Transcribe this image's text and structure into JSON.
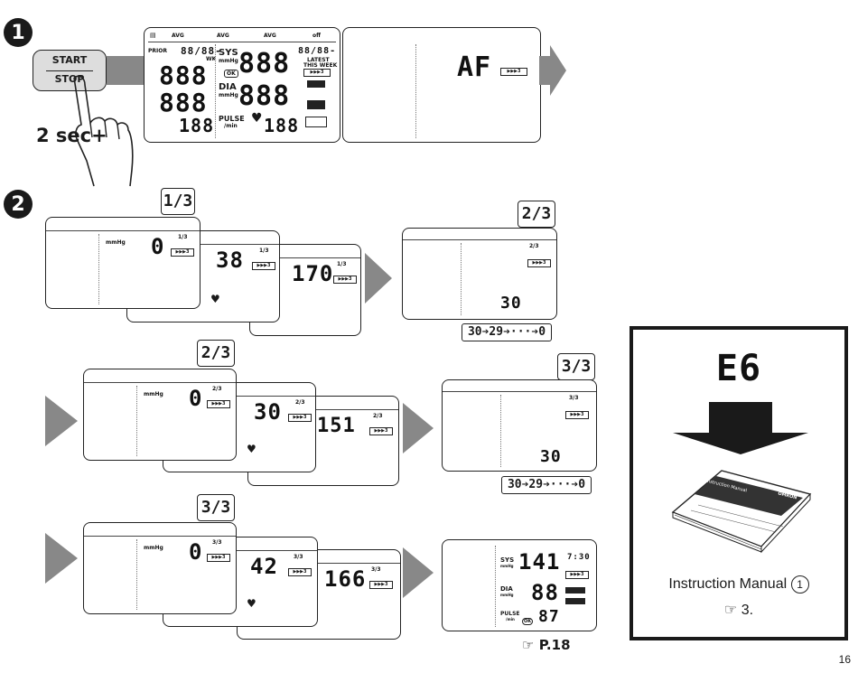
{
  "step1": {
    "number": "1",
    "button": {
      "start": "START",
      "stop": "STOP"
    },
    "hold_text": "2 sec+",
    "display": {
      "avg_labels": [
        "AVG",
        "AVG",
        "AVG"
      ],
      "prior": "PRIOR",
      "sys": "SYS",
      "dia": "DIA",
      "pulse": "PULSE",
      "mmhg": "mmHg",
      "per_min": "/min",
      "latest": "LATEST",
      "this_week": "THIS WEEK",
      "wk": "WK",
      "ok": "OK",
      "off": "off",
      "date_digits": "88/88-",
      "big_digits": "888",
      "pulse_digits": "188",
      "small_digits": "188",
      "arrow_box": "▶▶▶3"
    },
    "result_display": {
      "code": "AF",
      "arrow_box": "▶▶▶3"
    }
  },
  "step2": {
    "number": "2",
    "rows": [
      {
        "callout": "1/3",
        "screens": [
          {
            "value": "0",
            "fraction": "1/3",
            "mmhg": "mmHg"
          },
          {
            "value": "38",
            "fraction": "1/3"
          },
          {
            "value": "170",
            "fraction": "1/3"
          }
        ],
        "wait": {
          "callout": "2/3",
          "fraction": "2/3",
          "value": "30",
          "countdown": [
            "30",
            "29",
            "0"
          ]
        }
      },
      {
        "callout": "2/3",
        "screens": [
          {
            "value": "0",
            "fraction": "2/3",
            "mmhg": "mmHg"
          },
          {
            "value": "30",
            "fraction": "2/3"
          },
          {
            "value": "151",
            "fraction": "2/3"
          }
        ],
        "wait": {
          "callout": "3/3",
          "fraction": "3/3",
          "value": "30",
          "countdown": [
            "30",
            "29",
            "0"
          ]
        }
      },
      {
        "callout": "3/3",
        "screens": [
          {
            "value": "0",
            "fraction": "3/3",
            "mmhg": "mmHg"
          },
          {
            "value": "42",
            "fraction": "3/3"
          },
          {
            "value": "166",
            "fraction": "3/3"
          }
        ],
        "final": {
          "sys_label": "SYS",
          "sys_value": "141",
          "time": "7:30",
          "dia_label": "DIA",
          "dia_value": "88",
          "pulse_label": "PULSE",
          "pulse_unit": "/min",
          "pulse_value": "87",
          "mmhg": "mmHg",
          "ok": "OK",
          "ref": "P.18"
        }
      }
    ]
  },
  "error": {
    "code": "E6",
    "manual_cover": "Instruction Manual",
    "manual_num": "1",
    "brand": "OMRON",
    "caption": "Instruction Manual",
    "caption_num": "1",
    "page_ref": "3."
  },
  "page_number": "16",
  "colors": {
    "arrow": "#888888",
    "ink": "#1a1a1a"
  }
}
